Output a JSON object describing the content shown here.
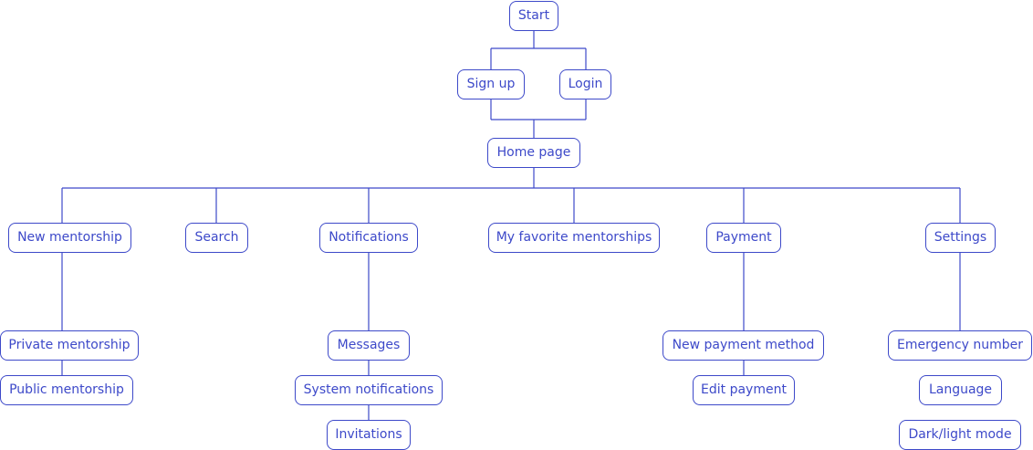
{
  "nodes": {
    "start": "Start",
    "sign_up": "Sign up",
    "login": "Login",
    "home_page": "Home page",
    "new_mentorship": "New mentorship",
    "search": "Search",
    "notifications": "Notifications",
    "my_favorite_mentorships": "My favorite mentorships",
    "payment": "Payment",
    "settings": "Settings",
    "private_mentorship": "Private mentorship",
    "public_mentorship": "Public mentorship",
    "messages": "Messages",
    "system_notifications": "System notifications",
    "invitations": "Invitations",
    "new_payment_method": "New payment method",
    "edit_payment": "Edit payment",
    "emergency_number": "Emergency number",
    "language": "Language",
    "dark_light_mode": "Dark/light mode"
  },
  "colors": {
    "stroke": "#3d49c9",
    "text": "#3d49c9",
    "background": "#ffffff"
  }
}
